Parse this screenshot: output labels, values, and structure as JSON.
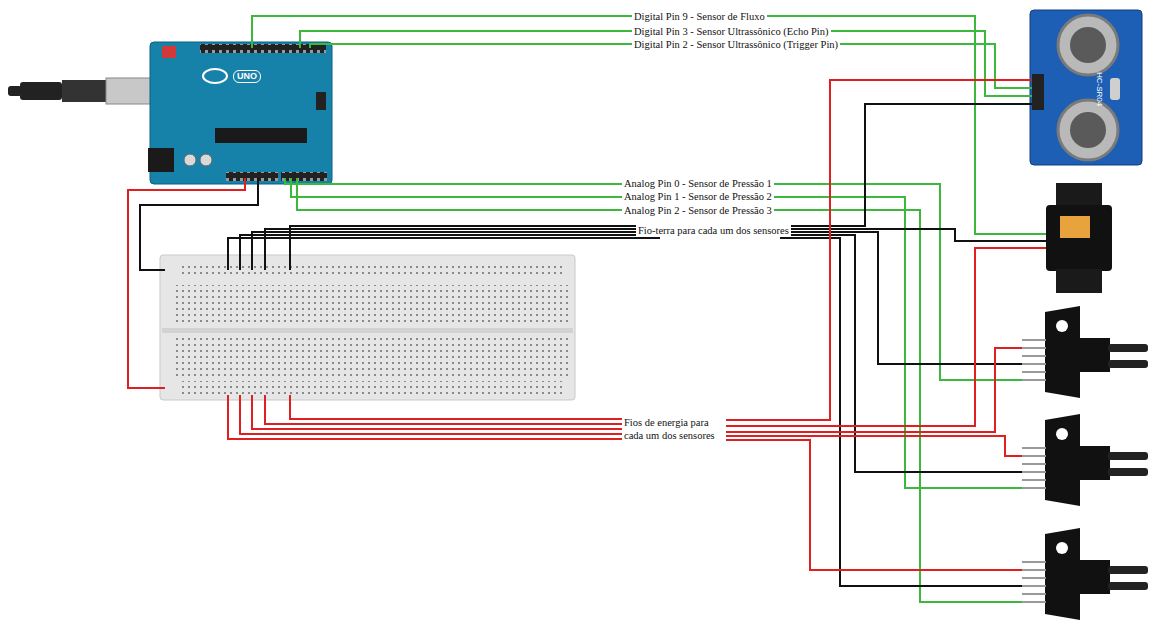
{
  "diagram": {
    "labels": [
      "Digital Pin 9 - Sensor de Fluxo",
      "Digital Pin 3 - Sensor Ultrassônico (Echo Pin)",
      "Digital Pin 2 - Sensor Ultrassônico (Trigger Pin)",
      "Analog Pin 0 - Sensor de Pressão 1",
      "Analog Pin 1 - Sensor de Pressão 2",
      "Analog Pin 2 - Sensor de Pressão 3",
      "Fio-terra para cada um dos sensores",
      "Fios de energia para cada um dos sensores",
      "UNO",
      "HC-SR04"
    ]
  }
}
